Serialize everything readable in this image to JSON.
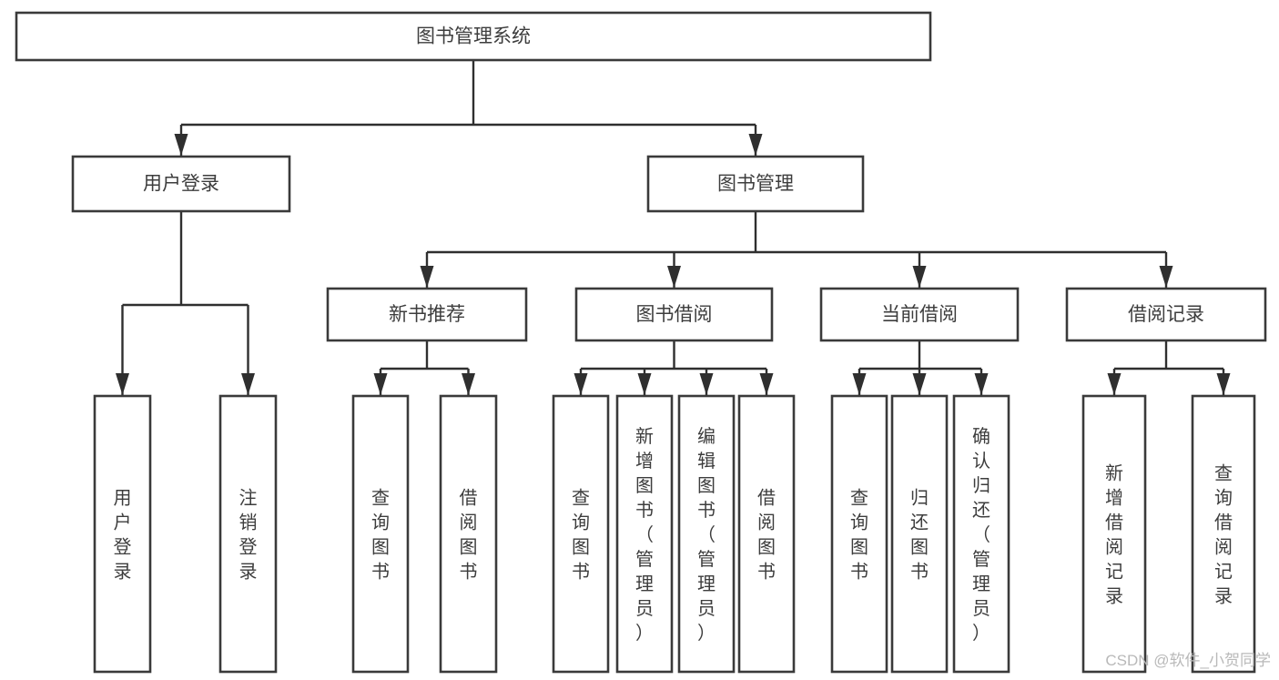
{
  "diagram": {
    "title": "图书管理系统",
    "type": "hierarchy-tree",
    "orientation": "top-down",
    "colors": {
      "box_stroke": "#3a3a3a",
      "box_fill": "#ffffff",
      "connector": "#2f2f2f",
      "text": "#3d3d3d",
      "background": "#ffffff",
      "watermark": "#b9b9b9"
    },
    "levels": [
      {
        "level": 1,
        "nodes": [
          {
            "id": "root",
            "label": "图书管理系统",
            "text_orientation": "horizontal"
          }
        ]
      },
      {
        "level": 2,
        "nodes": [
          {
            "id": "login",
            "label": "用户登录",
            "text_orientation": "horizontal",
            "parent": "root"
          },
          {
            "id": "bookmgmt",
            "label": "图书管理",
            "text_orientation": "horizontal",
            "parent": "root"
          }
        ]
      },
      {
        "level": 3,
        "nodes": [
          {
            "id": "newbook",
            "label": "新书推荐",
            "text_orientation": "horizontal",
            "parent": "bookmgmt"
          },
          {
            "id": "borrow",
            "label": "图书借阅",
            "text_orientation": "horizontal",
            "parent": "bookmgmt"
          },
          {
            "id": "current",
            "label": "当前借阅",
            "text_orientation": "horizontal",
            "parent": "bookmgmt"
          },
          {
            "id": "record",
            "label": "借阅记录",
            "text_orientation": "horizontal",
            "parent": "bookmgmt"
          }
        ]
      },
      {
        "level": 4,
        "nodes": [
          {
            "id": "leaf-user-login",
            "label": "用户登录",
            "lines": [
              "用",
              "户",
              "登",
              "录"
            ],
            "text_orientation": "vertical",
            "parent": "login"
          },
          {
            "id": "leaf-logout",
            "label": "注销登录",
            "lines": [
              "注",
              "销",
              "登",
              "录"
            ],
            "text_orientation": "vertical",
            "parent": "login"
          },
          {
            "id": "leaf-query-book-1",
            "label": "查询图书",
            "lines": [
              "查",
              "询",
              "图",
              "书"
            ],
            "text_orientation": "vertical",
            "parent": "newbook"
          },
          {
            "id": "leaf-borrow-book-1",
            "label": "借阅图书",
            "lines": [
              "借",
              "阅",
              "图",
              "书"
            ],
            "text_orientation": "vertical",
            "parent": "newbook"
          },
          {
            "id": "leaf-query-book-2",
            "label": "查询图书",
            "lines": [
              "查",
              "询",
              "图",
              "书"
            ],
            "text_orientation": "vertical",
            "parent": "borrow"
          },
          {
            "id": "leaf-add-book",
            "label": "新增图书（管理员）",
            "lines": [
              "新",
              "增",
              "图",
              "书",
              "（",
              "管",
              "理",
              "员",
              "）"
            ],
            "text_orientation": "vertical",
            "parent": "borrow"
          },
          {
            "id": "leaf-edit-book",
            "label": "编辑图书（管理员）",
            "lines": [
              "编",
              "辑",
              "图",
              "书",
              "（",
              "管",
              "理",
              "员",
              "）"
            ],
            "text_orientation": "vertical",
            "parent": "borrow"
          },
          {
            "id": "leaf-borrow-book-2",
            "label": "借阅图书",
            "lines": [
              "借",
              "阅",
              "图",
              "书"
            ],
            "text_orientation": "vertical",
            "parent": "borrow"
          },
          {
            "id": "leaf-query-book-3",
            "label": "查询图书",
            "lines": [
              "查",
              "询",
              "图",
              "书"
            ],
            "text_orientation": "vertical",
            "parent": "current"
          },
          {
            "id": "leaf-return-book",
            "label": "归还图书",
            "lines": [
              "归",
              "还",
              "图",
              "书"
            ],
            "text_orientation": "vertical",
            "parent": "current"
          },
          {
            "id": "leaf-confirm-return",
            "label": "确认归还（管理员）",
            "lines": [
              "确",
              "认",
              "归",
              "还",
              "（",
              "管",
              "理",
              "员",
              "）"
            ],
            "text_orientation": "vertical",
            "parent": "current"
          },
          {
            "id": "leaf-add-record",
            "label": "新增借阅记录",
            "lines": [
              "新",
              "增",
              "借",
              "阅",
              "记",
              "录"
            ],
            "text_orientation": "vertical",
            "parent": "record"
          },
          {
            "id": "leaf-query-record",
            "label": "查询借阅记录",
            "lines": [
              "查",
              "询",
              "借",
              "阅",
              "记",
              "录"
            ],
            "text_orientation": "vertical",
            "parent": "record"
          }
        ]
      }
    ],
    "watermark": "CSDN @软件_小贺同学"
  }
}
